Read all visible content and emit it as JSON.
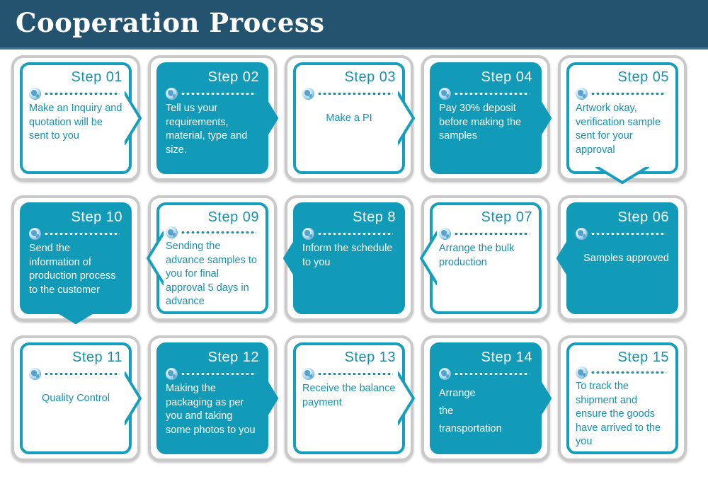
{
  "header": {
    "title": "Cooperation Process"
  },
  "colors": {
    "header_bg": "#23536f",
    "header_rule": "#3f7693",
    "teal": "#119bb8",
    "teal_border": "#169fbd",
    "teal_text": "#1790ad",
    "plate_border": "#c9c9c9",
    "page_bg": "#ffffff",
    "card_white": "#ffffff"
  },
  "icons": {
    "globe": "globe-icon",
    "arrow_right": "arrow-right-icon",
    "arrow_left": "arrow-left-icon",
    "arrow_down": "arrow-down-icon"
  },
  "rows": [
    {
      "direction": "left-to-right",
      "cards": [
        {
          "title": "Step 01",
          "body": "Make an Inquiry and quotation will be sent to you",
          "style": "white",
          "align": "left",
          "arrow": "right"
        },
        {
          "title": "Step 02",
          "body": "Tell us your requirements, material, type and size.",
          "style": "teal",
          "align": "left",
          "arrow": "right"
        },
        {
          "title": "Step 03",
          "body": "Make a PI",
          "style": "white",
          "align": "center",
          "arrow": "right"
        },
        {
          "title": "Step 04",
          "body": "Pay 30% deposit before making the samples",
          "style": "teal",
          "align": "left",
          "arrow": "right"
        },
        {
          "title": "Step 05",
          "body": "Artwork okay, verification sample sent for your approval",
          "style": "white",
          "align": "left",
          "arrow": "down"
        }
      ]
    },
    {
      "direction": "right-to-left",
      "cards": [
        {
          "title": "Step 10",
          "body": "Send the information of production process to the customer",
          "style": "teal",
          "align": "left",
          "arrow": "down"
        },
        {
          "title": "Step 09",
          "body": "Sending the advance samples to you for final approval 5 days in advance",
          "style": "white",
          "align": "left",
          "arrow": "left"
        },
        {
          "title": "Step 8",
          "body": "Inform the schedule to you",
          "style": "teal",
          "align": "left",
          "arrow": "left"
        },
        {
          "title": "Step 07",
          "body": "Arrange the bulk production",
          "style": "white",
          "align": "left",
          "arrow": "left"
        },
        {
          "title": "Step 06",
          "body": "Samples approved",
          "style": "teal",
          "align": "right",
          "arrow": "left"
        }
      ]
    },
    {
      "direction": "left-to-right",
      "cards": [
        {
          "title": "Step 11",
          "body": "Quality Control",
          "style": "white",
          "align": "center",
          "arrow": "right"
        },
        {
          "title": "Step 12",
          "body": "Making the packaging as per you and taking some photos to you",
          "style": "teal",
          "align": "left",
          "arrow": "right"
        },
        {
          "title": "Step 13",
          "body": "Receive the balance payment",
          "style": "white",
          "align": "left",
          "arrow": "right"
        },
        {
          "title": "Step 14",
          "body": "Arrange\nthe\ntransportation",
          "style": "teal",
          "align": "left",
          "arrow": "right"
        },
        {
          "title": "Step 15",
          "body": "To track the shipment and ensure the goods have arrived to the you",
          "style": "white",
          "align": "left",
          "arrow": "none"
        }
      ]
    }
  ]
}
